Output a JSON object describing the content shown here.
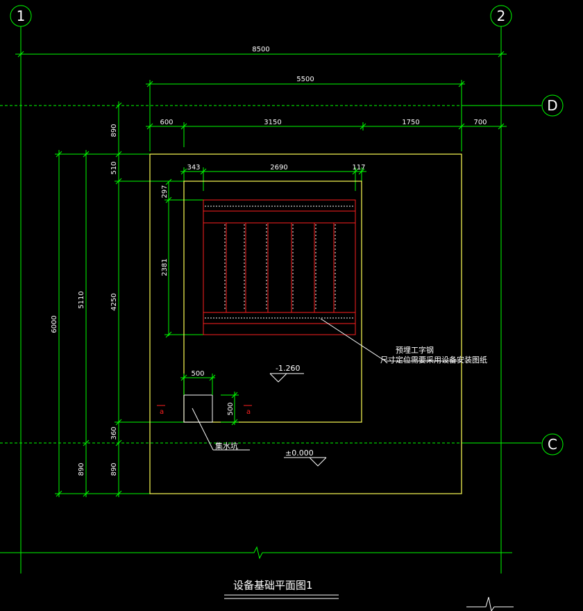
{
  "colors": {
    "background": "#000000",
    "grid": "#00ff00",
    "outline": "#ffff55",
    "steel": "#ff2020",
    "text": "#ffffff"
  },
  "axes": {
    "a1": "1",
    "a2": "2",
    "aD": "D",
    "aC": "C"
  },
  "dims": {
    "top_total": "8500",
    "top_inner": "5500",
    "top_a": "600",
    "top_b": "3150",
    "top_c": "1750",
    "top_d": "700",
    "steel_a": "343",
    "steel_b": "2690",
    "steel_c": "117",
    "left_total": "6000",
    "left_mid": "5110",
    "left_890_top": "890",
    "left_510": "510",
    "left_4250": "4250",
    "left_360": "360",
    "left_890_bot": "890",
    "left_890_bot2": "890",
    "steel_297": "297",
    "steel_2381": "2381",
    "pit_w": "500",
    "pit_h": "500"
  },
  "levels": {
    "pit_level": "-1.260",
    "ground_level": "±0.000"
  },
  "notes": {
    "steel_label_1": "预埋工字钢",
    "steel_label_2": "尺寸定位需要采用设备安装图纸",
    "pit_label": "集水坑"
  },
  "section_mark": "a",
  "title": "设备基础平面图1"
}
